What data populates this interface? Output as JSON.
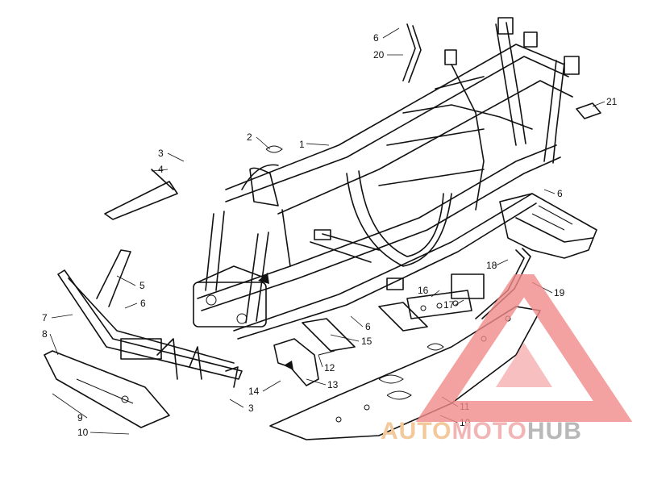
{
  "callouts": [
    {
      "id": "c1",
      "label": "1"
    },
    {
      "id": "c2",
      "label": "2"
    },
    {
      "id": "c3a",
      "label": "3"
    },
    {
      "id": "c3b",
      "label": "3"
    },
    {
      "id": "c4",
      "label": "4"
    },
    {
      "id": "c5",
      "label": "5"
    },
    {
      "id": "c6a",
      "label": "6"
    },
    {
      "id": "c6b",
      "label": "6"
    },
    {
      "id": "c6c",
      "label": "6"
    },
    {
      "id": "c6d",
      "label": "6"
    },
    {
      "id": "c7",
      "label": "7"
    },
    {
      "id": "c8",
      "label": "8"
    },
    {
      "id": "c9",
      "label": "9"
    },
    {
      "id": "c10a",
      "label": "10"
    },
    {
      "id": "c10b",
      "label": "10"
    },
    {
      "id": "c11",
      "label": "11"
    },
    {
      "id": "c12",
      "label": "12"
    },
    {
      "id": "c13",
      "label": "13"
    },
    {
      "id": "c14",
      "label": "14"
    },
    {
      "id": "c15",
      "label": "15"
    },
    {
      "id": "c16",
      "label": "16"
    },
    {
      "id": "c17",
      "label": "17"
    },
    {
      "id": "c18",
      "label": "18"
    },
    {
      "id": "c19",
      "label": "19"
    },
    {
      "id": "c20",
      "label": "20"
    },
    {
      "id": "c21",
      "label": "21"
    }
  ],
  "watermark": {
    "part1": "AUTO",
    "part2": "MOTO",
    "part3": "HUB",
    "colors": {
      "auto": "#f3c89a",
      "moto": "#f2b5b5",
      "hub": "#b8b8b8",
      "triangle": "#f08a8a"
    }
  }
}
